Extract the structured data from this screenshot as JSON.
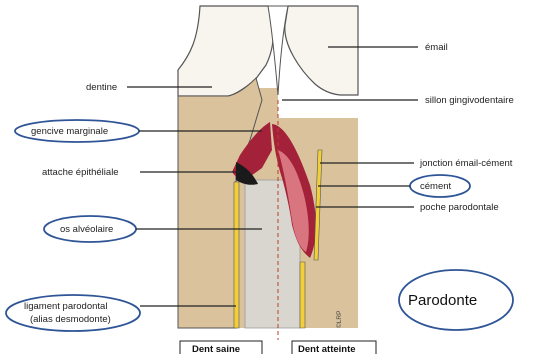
{
  "labels_left": {
    "dentine": "dentine",
    "gencive_marginale": "gencive marginale",
    "attache_epitheliale": "attache épithéliale",
    "os_alveolaire": "os alvéolaire",
    "ligament_line1": "ligament parodontal",
    "ligament_line2": "(alias desmodonte)"
  },
  "labels_right": {
    "email": "émail",
    "sillon": "sillon gingivodentaire",
    "jonction": "jonction émail-cément",
    "cement": "cément",
    "poche": "poche parodontale"
  },
  "captions": {
    "healthy": "Dent saine",
    "affected": "Dent atteinte"
  },
  "copyright": "©LRP",
  "note": "Parodonte",
  "colors": {
    "enamel": "#f7f5ee",
    "bone": "#d9c29c",
    "gum": "#a3223a",
    "ligament": "#f2cf3a",
    "pulp": "#d9d6cf",
    "highlight": "#2f5597"
  }
}
